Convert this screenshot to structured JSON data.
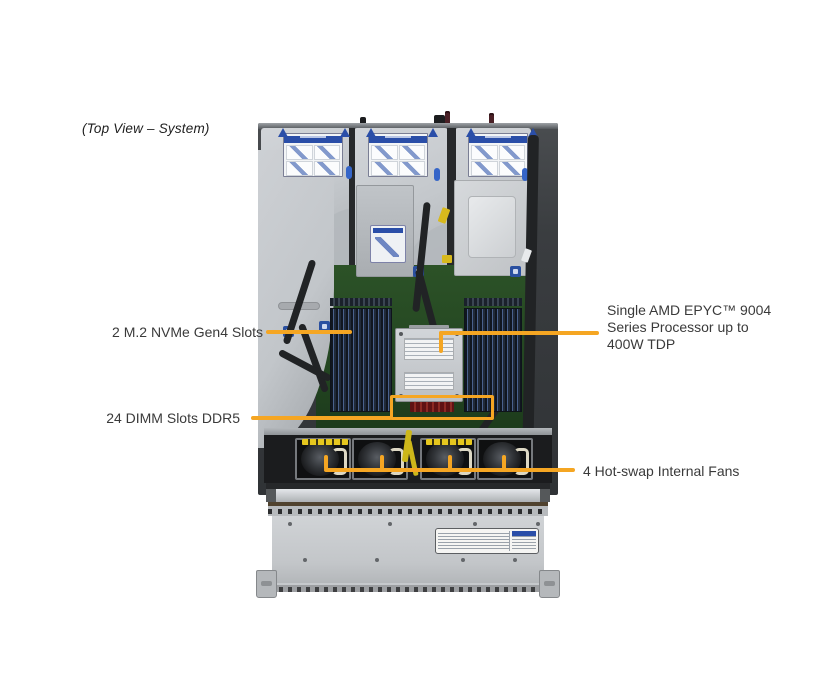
{
  "caption": "(Top View – System)",
  "accent_color": "#F5A623",
  "callouts": {
    "m2": {
      "label": "2 M.2 NVMe Gen4 Slots"
    },
    "cpu": {
      "line1": "Single AMD EPYC™ 9004",
      "line2": "Series Processor up to",
      "line3": "400W TDP"
    },
    "dimm": {
      "label": "24 DIMM Slots DDR5"
    },
    "fans": {
      "label": "4 Hot-swap Internal Fans"
    }
  }
}
